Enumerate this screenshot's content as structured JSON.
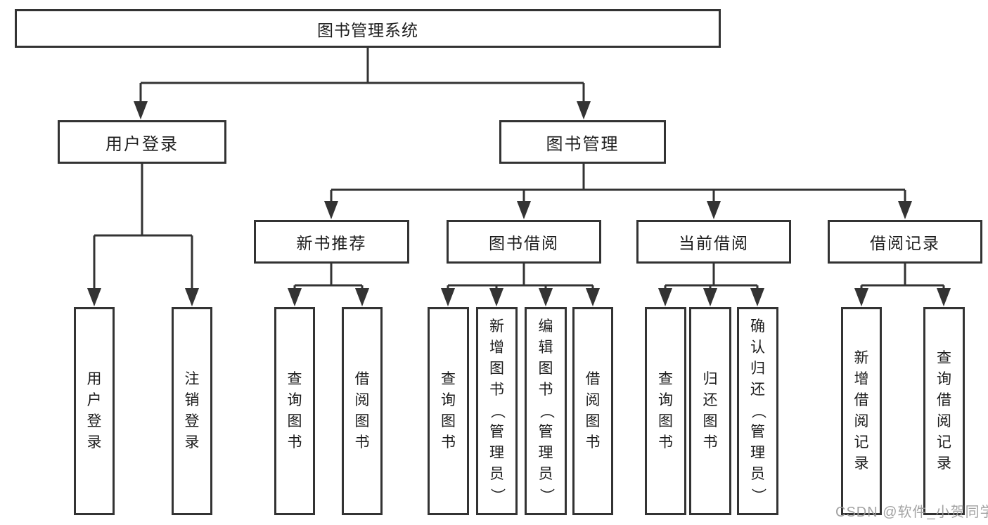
{
  "diagram": {
    "root": {
      "label": "图书管理系统"
    },
    "level2": [
      {
        "label": "用户登录"
      },
      {
        "label": "图书管理"
      }
    ],
    "level3": [
      {
        "label": "新书推荐",
        "parent": "图书管理"
      },
      {
        "label": "图书借阅",
        "parent": "图书管理"
      },
      {
        "label": "当前借阅",
        "parent": "图书管理"
      },
      {
        "label": "借阅记录",
        "parent": "图书管理"
      }
    ],
    "leaves": [
      {
        "label": "用户登录",
        "parent": "用户登录"
      },
      {
        "label": "注销登录",
        "parent": "用户登录"
      },
      {
        "label": "查询图书",
        "parent": "新书推荐"
      },
      {
        "label": "借阅图书",
        "parent": "新书推荐"
      },
      {
        "label": "查询图书",
        "parent": "图书借阅"
      },
      {
        "label": "新增图书（管理员）",
        "parent": "图书借阅"
      },
      {
        "label": "编辑图书（管理员）",
        "parent": "图书借阅"
      },
      {
        "label": "借阅图书",
        "parent": "图书借阅"
      },
      {
        "label": "查询图书",
        "parent": "当前借阅"
      },
      {
        "label": "归还图书",
        "parent": "当前借阅"
      },
      {
        "label": "确认归还（管理员）",
        "parent": "当前借阅"
      },
      {
        "label": "新增借阅记录",
        "parent": "借阅记录"
      },
      {
        "label": "查询借阅记录",
        "parent": "借阅记录"
      }
    ],
    "watermark": "CSDN @软件_小贺同学",
    "colors": {
      "line": "#333333",
      "text": "#1d1d1d",
      "background": "#ffffff",
      "watermark": "#9b9b9b"
    }
  }
}
